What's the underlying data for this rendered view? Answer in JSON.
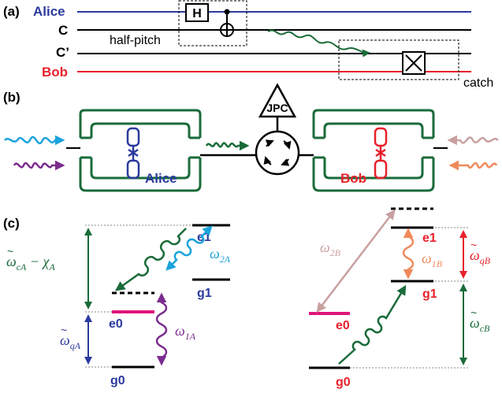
{
  "colors": {
    "alice": "#2b3a9e",
    "bob": "#e8212b",
    "green": "#1a6b3a",
    "cyan": "#1ba3dc",
    "purple": "#7b2d8e",
    "pink": "#e0157a",
    "rose": "#c9a0a0",
    "orange": "#ef8a5a",
    "black": "#000000"
  },
  "panel_a": {
    "tag": "(a)",
    "lines": {
      "alice": "Alice",
      "c": "C",
      "cprime": "C’",
      "bob": "Bob"
    },
    "gate_h": "H",
    "half_pitch": "half-pitch",
    "catch": "catch"
  },
  "panel_b": {
    "tag": "(b)",
    "jpc": "JPC",
    "alice": "Alice",
    "bob": "Bob"
  },
  "panel_c": {
    "tag": "(c)",
    "left": {
      "e1": "e1",
      "g1": "g1",
      "e0": "e0",
      "g0": "g0",
      "omega_2a_main": "ω",
      "omega_2a_sub": "2A",
      "omega_1a_main": "ω",
      "omega_1a_sub": "1A",
      "wca_main": "ω",
      "wca_sub": "cA",
      "wca_rest": " − χ",
      "wca_rest_sub": "A",
      "wqa_main": "ω",
      "wqa_sub": "qA"
    },
    "right": {
      "e1": "e1",
      "g1": "g1",
      "e0": "e0",
      "g0": "g0",
      "omega_2b_main": "ω",
      "omega_2b_sub": "2B",
      "omega_1b_main": "ω",
      "omega_1b_sub": "1B",
      "wqb_main": "ω",
      "wqb_sub": "qB",
      "wcb_main": "ω",
      "wcb_sub": "cB"
    }
  }
}
